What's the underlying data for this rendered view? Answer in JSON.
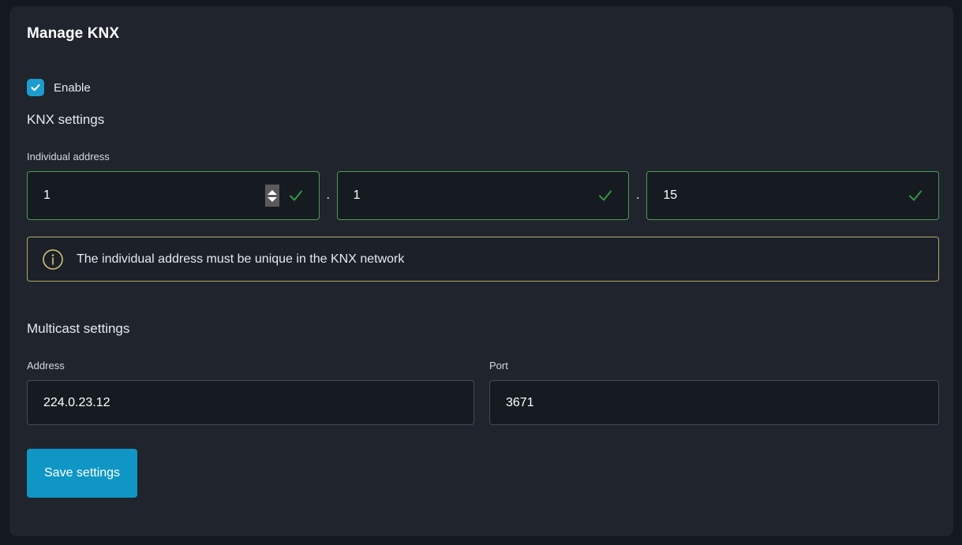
{
  "panel": {
    "title": "Manage KNX"
  },
  "enable": {
    "label": "Enable",
    "checked": true,
    "icon": "check-icon",
    "color": "#1b9dd0"
  },
  "knx_settings": {
    "heading": "KNX settings",
    "individual_address": {
      "label": "Individual address",
      "separator": ".",
      "fields": [
        {
          "value": "1",
          "has_spinner": true,
          "valid": true,
          "valid_icon": "check-icon"
        },
        {
          "value": "1",
          "has_spinner": false,
          "valid": true,
          "valid_icon": "check-icon"
        },
        {
          "value": "15",
          "has_spinner": false,
          "valid": true,
          "valid_icon": "check-icon"
        }
      ],
      "valid_border_color": "#4e9b52",
      "valid_check_color": "#37963f"
    },
    "info_banner": {
      "icon": "info-circle-icon",
      "text": "The individual address must be unique in the KNX network",
      "border_color": "#b6a96a",
      "icon_color": "#d4c178"
    }
  },
  "multicast_settings": {
    "heading": "Multicast settings",
    "address": {
      "label": "Address",
      "value": "224.0.23.12"
    },
    "port": {
      "label": "Port",
      "value": "3671"
    }
  },
  "actions": {
    "save_label": "Save settings",
    "save_color": "#0f96c4"
  }
}
